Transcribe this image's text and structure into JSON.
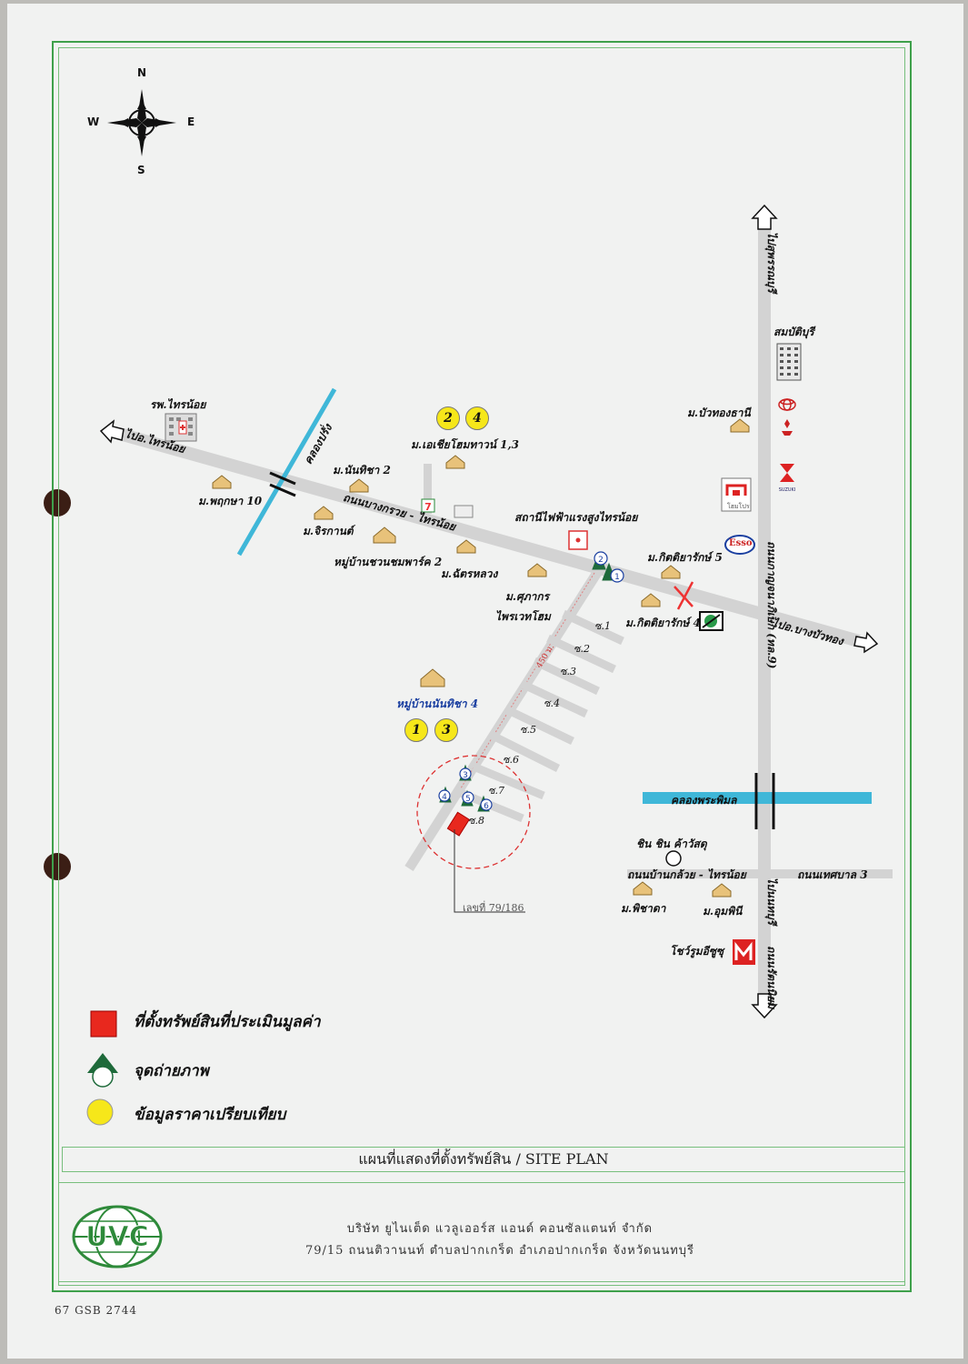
{
  "compass": {
    "n": "N",
    "s": "S",
    "e": "E",
    "w": "W"
  },
  "labels": {
    "sombatburi": "สมบัติบุรี",
    "to_suphan": "ไปสุพรรณบุรี",
    "rp_sainoi": "รพ.ไทรน้อย",
    "khlong_plong": "คลองปรั่ง",
    "to_sainoi": "ไปอ.ไทรน้อย",
    "m_asia_home": "ม.เอเชียโฮมทาวน์ 1,3",
    "m_buathong": "ม.บัวทองธานี",
    "m_nanthicha2": "ม.นันทิชา 2",
    "m_pruksa10": "ม.พฤกษา 10",
    "m_jirakan": "ม.จิรกานต์",
    "road_bangkruai": "ถนนบางกรวย - ไทรน้อย",
    "substation": "สถานีไฟฟ้าแรงสูงไทรน้อย",
    "village_chuanchom": "หมู่บ้านชวนชมพาร์ค 2",
    "m_chatluang": "ม.ฉัตรหลวง",
    "m_kittiyarak5": "ม.กิตติยารักษ์ 5",
    "m_supakorn": "ม.ศุภากร",
    "m_phraiwet": "ไพรเวทโฮม",
    "m_kittiyarak4": "ม.กิตติยารักษ์ 4",
    "to_bangbuathong": "ไปอ.บางบัวทอง",
    "road_kanchana": "ถนนกาญจนาภิเษก (ทล.9)",
    "village_nanthicha4": "หมู่บ้านนันทิชา 4",
    "distance": "450 ม.",
    "khlong_phrapimol": "คลองพระพิมล",
    "chin_chin": "ชิน ชิน ค้าวัสดุ",
    "road_bankluai": "ถนนบ้านกล้วย - ไทรน้อย",
    "road_thetsaban3": "ถนนเทศบาล 3",
    "m_phichada": "ม.พิชาดา",
    "m_umpini": "ม.อุมพินี",
    "showroom": "โชว์รูมอีซูซุ",
    "to_nonthaburi": "ไปนนทบุรี",
    "road_ratniyom": "ถนนรัตนนิยม",
    "lot_no": "เลขที่ 79/186",
    "homepro": "โฮมโปร",
    "esso": "Esso"
  },
  "sois": [
    "ซ.1",
    "ซ.2",
    "ซ.3",
    "ซ.4",
    "ซ.5",
    "ซ.6",
    "ซ.7",
    "ซ.8"
  ],
  "photo_points": [
    "1",
    "2",
    "3",
    "4",
    "5",
    "6"
  ],
  "comparables": [
    "2",
    "4",
    "1",
    "3"
  ],
  "legend": {
    "property": "ที่ตั้งทรัพย์สินที่ประเมินมูลค่า",
    "photo": "จุดถ่ายภาพ",
    "comparison": "ข้อมูลราคาเปรียบเทียบ"
  },
  "title": "แผนที่แสดงที่ตั้งทรัพย์สิน / SITE PLAN",
  "company": {
    "logo": "UVC",
    "name": "บริษัท ยูไนเต็ด แวลูเออร์ส แอนด์ คอนซัลแตนท์ จำกัด",
    "address": "79/15  ถนนติวานนท์  ตำบลปากเกร็ด  อำเภอปากเกร็ด  จังหวัดนนทบุรี"
  },
  "doc_code": "67 GSB 2744",
  "colors": {
    "frame": "#3ea04b",
    "road": "#d3d3d3",
    "canal": "#3fb7d8",
    "property": "#e8281e",
    "marker": "#f6e71a",
    "photo": "#1e6a3a"
  }
}
